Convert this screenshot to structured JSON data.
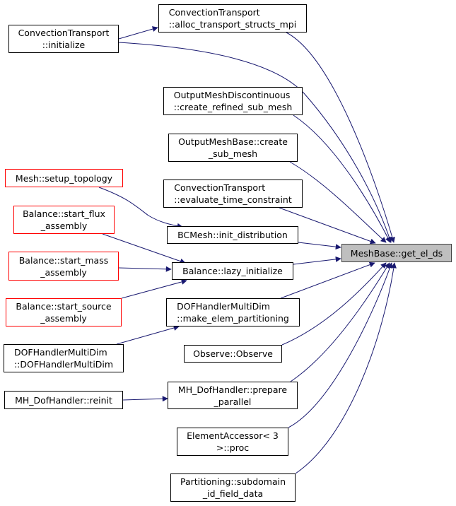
{
  "target": {
    "label": "MeshBase::get_el_ds"
  },
  "nodes": {
    "ct_initialize": {
      "line1": "ConvectionTransport",
      "line2": "::initialize"
    },
    "ct_alloc": {
      "line1": "ConvectionTransport",
      "line2": "::alloc_transport_structs_mpi"
    },
    "omd_refined": {
      "line1": "OutputMeshDiscontinuous",
      "line2": "::create_refined_sub_mesh"
    },
    "omb_create": {
      "line1": "OutputMeshBase::create",
      "line2": "_sub_mesh"
    },
    "ct_evaluate": {
      "line1": "ConvectionTransport",
      "line2": "::evaluate_time_constraint"
    },
    "bcmesh_init": {
      "line1": "BCMesh::init_distribution"
    },
    "balance_lazy": {
      "line1": "Balance::lazy_initialize"
    },
    "dof_make_elem": {
      "line1": "DOFHandlerMultiDim",
      "line2": "::make_elem_partitioning"
    },
    "observe": {
      "line1": "Observe::Observe"
    },
    "mh_prepare": {
      "line1": "MH_DofHandler::prepare",
      "line2": "_parallel"
    },
    "elem_accessor": {
      "line1": "ElementAccessor< 3",
      "line2": ">::proc"
    },
    "partitioning": {
      "line1": "Partitioning::subdomain",
      "line2": "_id_field_data"
    },
    "mesh_setup": {
      "line1": "Mesh::setup_topology"
    },
    "balance_flux": {
      "line1": "Balance::start_flux",
      "line2": "_assembly"
    },
    "balance_mass": {
      "line1": "Balance::start_mass",
      "line2": "_assembly"
    },
    "balance_source": {
      "line1": "Balance::start_source",
      "line2": "_assembly"
    },
    "dof_ctor": {
      "line1": "DOFHandlerMultiDim",
      "line2": "::DOFHandlerMultiDim"
    },
    "mh_reinit": {
      "line1": "MH_DofHandler::reinit"
    }
  },
  "colors": {
    "edge": "#191970",
    "truncated_border": "#ff0000",
    "target_fill": "#bfbfbf"
  }
}
